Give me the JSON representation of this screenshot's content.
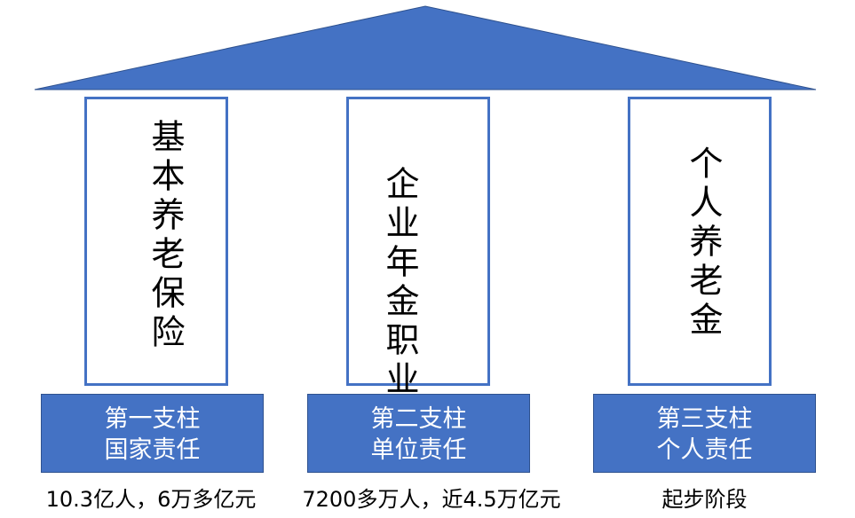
{
  "colors": {
    "accent": "#4472C4",
    "accent_border": "#2F528F",
    "text": "#000000",
    "on_accent_text": "#FFFFFF"
  },
  "pillars": [
    {
      "column_text": "基本养老保险",
      "base_line1": "第一支柱",
      "base_line2": "国家责任",
      "caption": "10.3亿人，6万多亿元"
    },
    {
      "column_text": "企业年金职业年金",
      "base_line1": "第二支柱",
      "base_line2": "单位责任",
      "caption": "7200多万人，近4.5万亿元"
    },
    {
      "column_text": "个人养老金",
      "base_line1": "第三支柱",
      "base_line2": "个人责任",
      "caption": "起步阶段"
    }
  ]
}
